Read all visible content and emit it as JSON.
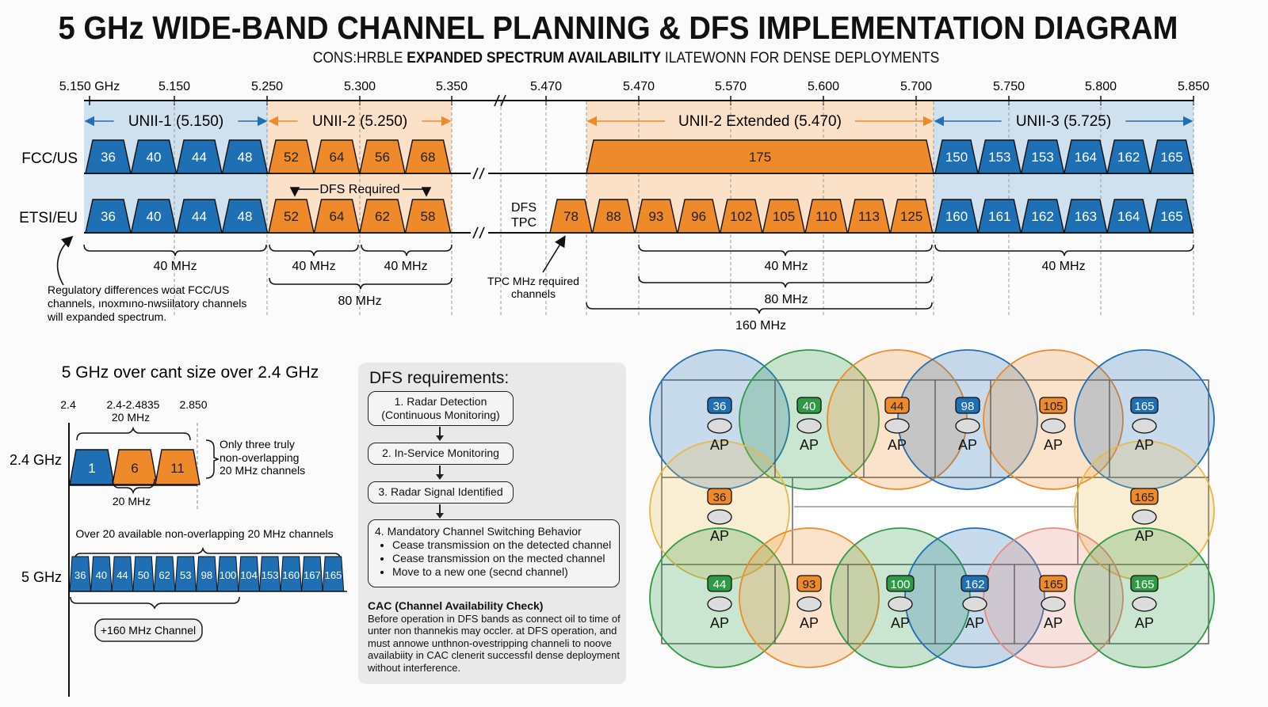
{
  "header": {
    "title": "5 GHz WIDE-BAND CHANNEL PLANNING & DFS IMPLEMENTATION DIAGRAM",
    "subtitle_pre": "CONS:HRBLE ",
    "subtitle_bold": "EXPANDED SPECTRUM AVAILABILITY",
    "subtitle_post": " ILATEWONN FOR DENSE DEPLOYMENTS"
  },
  "spectrum": {
    "axis_ticks": [
      "5.150 GHz",
      "5.150",
      "5.250",
      "5.300",
      "5.350",
      "5.470",
      "5.470",
      "5.570",
      "5.600",
      "5.700",
      "5.750",
      "5.800",
      "5.850"
    ],
    "bands": [
      {
        "label": "UNII-1 (5.150)",
        "color": "#1f6fb5"
      },
      {
        "label": "UNII-2 (5.250)",
        "color": "#ee8a2a"
      },
      {
        "label": "UNII-2 Extended (5.470)",
        "color": "#ee8a2a"
      },
      {
        "label": "UNII-3 (5.725)",
        "color": "#1f6fb5"
      }
    ],
    "rows": [
      {
        "label": "FCC/US",
        "unii1": [
          "36",
          "40",
          "44",
          "48"
        ],
        "unii2": [
          "52",
          "64",
          "56",
          "68"
        ],
        "ext": [
          "175"
        ],
        "unii3": [
          "150",
          "153",
          "153",
          "164",
          "162",
          "165"
        ]
      },
      {
        "label": "ETSI/EU",
        "unii1": [
          "36",
          "40",
          "44",
          "48"
        ],
        "unii2": [
          "52",
          "64",
          "62",
          "58"
        ],
        "ext": [
          "78",
          "88",
          "93",
          "96",
          "102",
          "105",
          "110",
          "113",
          "125"
        ],
        "unii3": [
          "160",
          "161",
          "162",
          "163",
          "164",
          "165"
        ]
      }
    ],
    "dfs_required": "DFS Required",
    "dfs_tpc": [
      "DFS",
      "TPC"
    ],
    "tpc_note": [
      "TPC MHz required",
      "channels"
    ],
    "regulatory_note": [
      "Regulatory differences woat FCC/US",
      "channels, ınoxmıno-nwsiilatory channels",
      "will expanded spectrum."
    ],
    "width_labels": {
      "unii1_40": "40 MHz",
      "unii2_40a": "40 MHz",
      "unii2_40b": "40 MHz",
      "unii2_80": "80 MHz",
      "ext_40": "40 MHz",
      "ext_80": "80 MHz",
      "ext_160": "160 MHz",
      "unii3_40": "40 MHz"
    }
  },
  "comparison": {
    "title": "5 GHz over cant size over 2.4 GHz",
    "ticks": [
      "2.4",
      "2.4-2.4835",
      "2.850"
    ],
    "top_width": "20 MHz",
    "row24_label": "2.4 GHz",
    "ch24": [
      {
        "n": "1",
        "color": "#1f6fb5"
      },
      {
        "n": "6",
        "color": "#ee8a2a"
      },
      {
        "n": "11",
        "color": "#ee8a2a"
      }
    ],
    "ch24_width": "20 MHz",
    "ch24_note": [
      "Only three truly",
      "non-overlapping",
      "20 MHz channels"
    ],
    "row5_note": "Over 20 available non-overlapping 20 MHz channels",
    "row5_label": "5 GHz",
    "ch5": [
      "36",
      "40",
      "44",
      "50",
      "62",
      "53",
      "98",
      "100",
      "104",
      "153",
      "160",
      "167",
      "165"
    ],
    "pill": "+160 MHz Channel"
  },
  "dfs": {
    "title": "DFS requirements:",
    "steps": [
      "1. Radar Detection",
      "(Continuous Monitoring)",
      "2. In-Service Monitoring",
      "3. Radar Signal Identified",
      "4. Mandatory Channel Switching Behavior"
    ],
    "bullets": [
      "Cease transmission on the detected channel",
      "Cease transmission on the mected channel",
      "Move to a new one (secnd channel)"
    ],
    "cac_title": "CAC (Channel Availability Check)",
    "cac_body": "Before operation in DFS bands as connect oil to time of unter non thannekis may occler. at DFS operation, and must annowe unthnon-ovestripping channeli to noove availabiity in CAC clenerit successfıl dense deployment without interference."
  },
  "floorplan": {
    "ap_label": "AP",
    "colors": {
      "blue": "#1f6fb5",
      "green": "#2e9a45",
      "orange": "#ee8a2a",
      "yellow": "#e8b84a",
      "red": "#e88a7a"
    },
    "aps": [
      {
        "ch": "36",
        "badge": "blue",
        "cell": "blue"
      },
      {
        "ch": "40",
        "badge": "green",
        "cell": "green"
      },
      {
        "ch": "44",
        "badge": "orange",
        "cell": "orange"
      },
      {
        "ch": "98",
        "badge": "blue",
        "cell": "blue"
      },
      {
        "ch": "105",
        "badge": "orange",
        "cell": "orange"
      },
      {
        "ch": "165",
        "badge": "blue",
        "cell": "blue"
      },
      {
        "ch": "36",
        "badge": "orange",
        "cell": "yellow"
      },
      {
        "ch": "165",
        "badge": "orange",
        "cell": "yellow"
      },
      {
        "ch": "44",
        "badge": "green",
        "cell": "green"
      },
      {
        "ch": "93",
        "badge": "orange",
        "cell": "orange"
      },
      {
        "ch": "100",
        "badge": "green",
        "cell": "green"
      },
      {
        "ch": "162",
        "badge": "blue",
        "cell": "blue"
      },
      {
        "ch": "165",
        "badge": "orange",
        "cell": "red"
      },
      {
        "ch": "165",
        "badge": "green",
        "cell": "green"
      }
    ]
  }
}
